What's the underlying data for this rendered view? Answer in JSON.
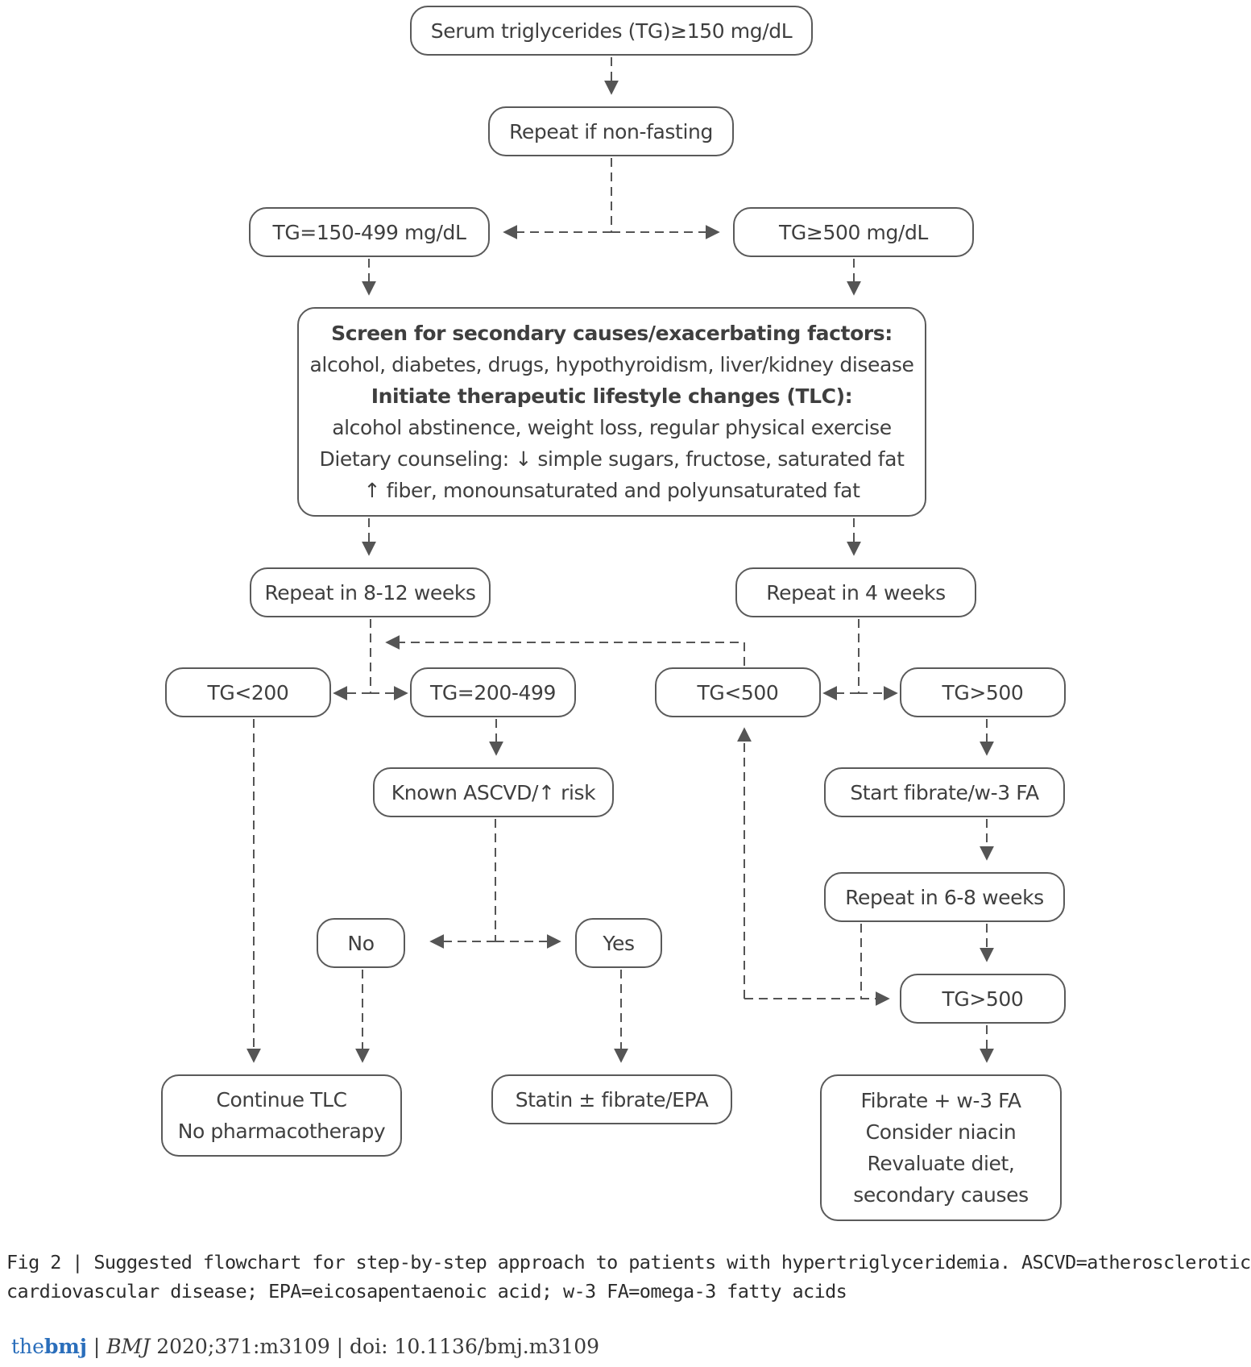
{
  "boxes": {
    "start": [
      "Serum triglycerides (TG)≥150 mg/dL"
    ],
    "repeat_nonfasting": [
      "Repeat if non-fasting"
    ],
    "tg_150_499": [
      "TG=150-499 mg/dL"
    ],
    "tg_ge_500": [
      "TG≥500 mg/dL"
    ],
    "screen": {
      "heading1": "Screen for secondary causes/exacerbating factors:",
      "line1": "alcohol, diabetes, drugs, hypothyroidism, liver/kidney disease",
      "heading2": "Initiate therapeutic lifestyle changes (TLC):",
      "line2": "alcohol abstinence, weight loss, regular physical exercise",
      "line3": "Dietary counseling: ↓ simple sugars, fructose, saturated fat",
      "line4": "↑ fiber, monounsaturated and polyunsaturated fat"
    },
    "repeat_8_12": [
      "Repeat in 8-12 weeks"
    ],
    "repeat_4": [
      "Repeat in 4 weeks"
    ],
    "tg_lt_200": [
      "TG<200"
    ],
    "tg_200_499": [
      "TG=200-499"
    ],
    "tg_lt_500": [
      "TG<500"
    ],
    "tg_gt_500_a": [
      "TG>500"
    ],
    "known_ascvd": [
      "Known ASCVD/↑ risk"
    ],
    "start_fibrate": [
      "Start fibrate/w-3 FA"
    ],
    "repeat_6_8": [
      "Repeat in 6-8 weeks"
    ],
    "no": [
      "No"
    ],
    "yes": [
      "Yes"
    ],
    "tg_gt_500_b": [
      "TG>500"
    ],
    "continue_tlc": [
      "Continue TLC",
      "No pharmacotherapy"
    ],
    "statin": [
      "Statin ± fibrate/EPA"
    ],
    "fibrate_w3": [
      "Fibrate + w-3 FA",
      "Consider niacin",
      "Revaluate diet,",
      "secondary causes"
    ]
  },
  "caption": {
    "line1": "Fig 2 | Suggested flowchart for step-by-step approach to patients with hypertriglyceridemia. ASCVD=atherosclerotic",
    "line2": "cardiovascular disease; EPA=eicosapentaenoic acid; w-3 FA=omega-3 fatty acids"
  },
  "footer": {
    "logo_the": "the",
    "logo_bmj": "bmj",
    "separator": " | ",
    "journal": "BMJ",
    "citation": " 2020;371:m3109 | doi: 10.1136/bmj.m3109"
  },
  "colors": {
    "line": "#555555",
    "text": "#3f3f3f",
    "logo": "#2a6ebb"
  }
}
